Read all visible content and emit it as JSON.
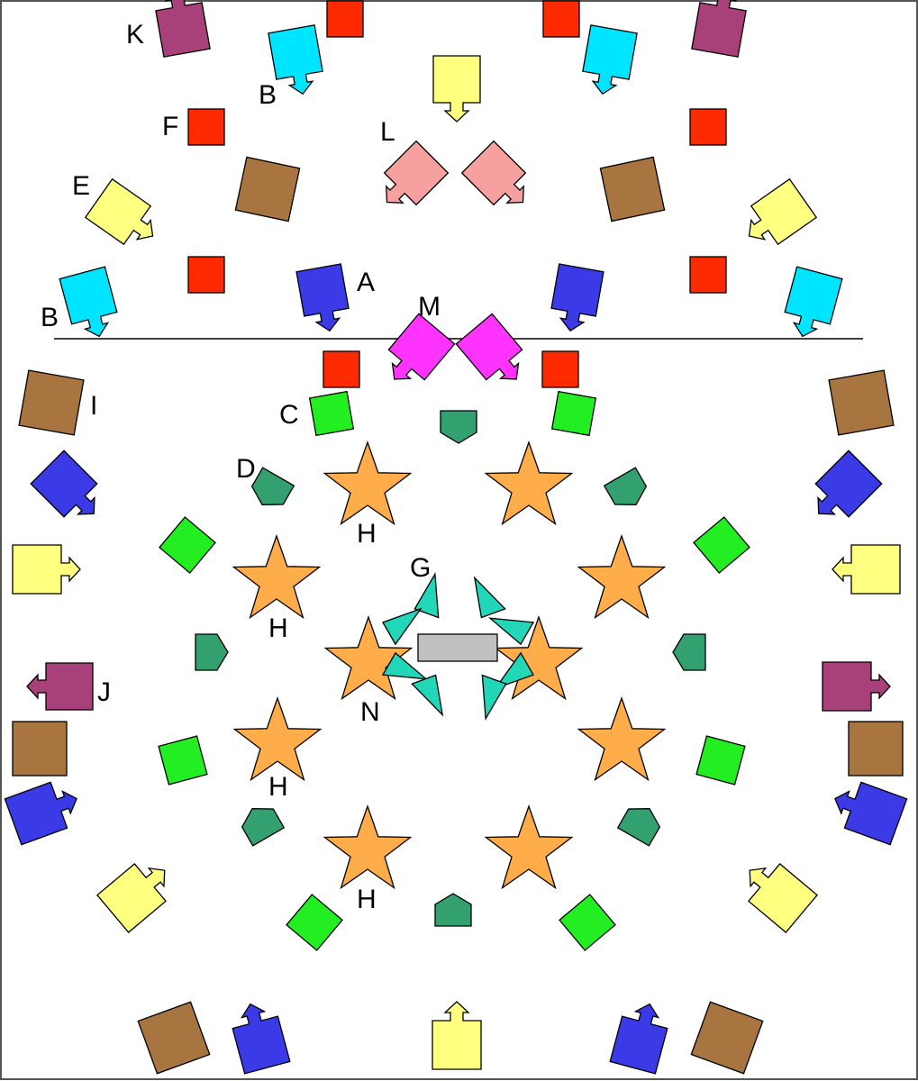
{
  "labels": {
    "a": "A",
    "b": "B",
    "c": "C",
    "d": "D",
    "e": "E",
    "f": "F",
    "g": "G",
    "h": "H",
    "i": "I",
    "j": "J",
    "k": "K",
    "l": "L",
    "m": "M",
    "n": "N"
  },
  "colors": {
    "red": "#ff2a00",
    "cyan": "#00e5ff",
    "magenta": "#ff33ff",
    "purple": "#a8417a",
    "yellow": "#ffff80",
    "blue": "#3a3ae6",
    "pink": "#f7a0a0",
    "brown": "#a87440",
    "green": "#22ee22",
    "teal": "#33a070",
    "cyanTri": "#22d6b8",
    "orange": "#ffad4a",
    "gray": "#c0c0c0"
  }
}
